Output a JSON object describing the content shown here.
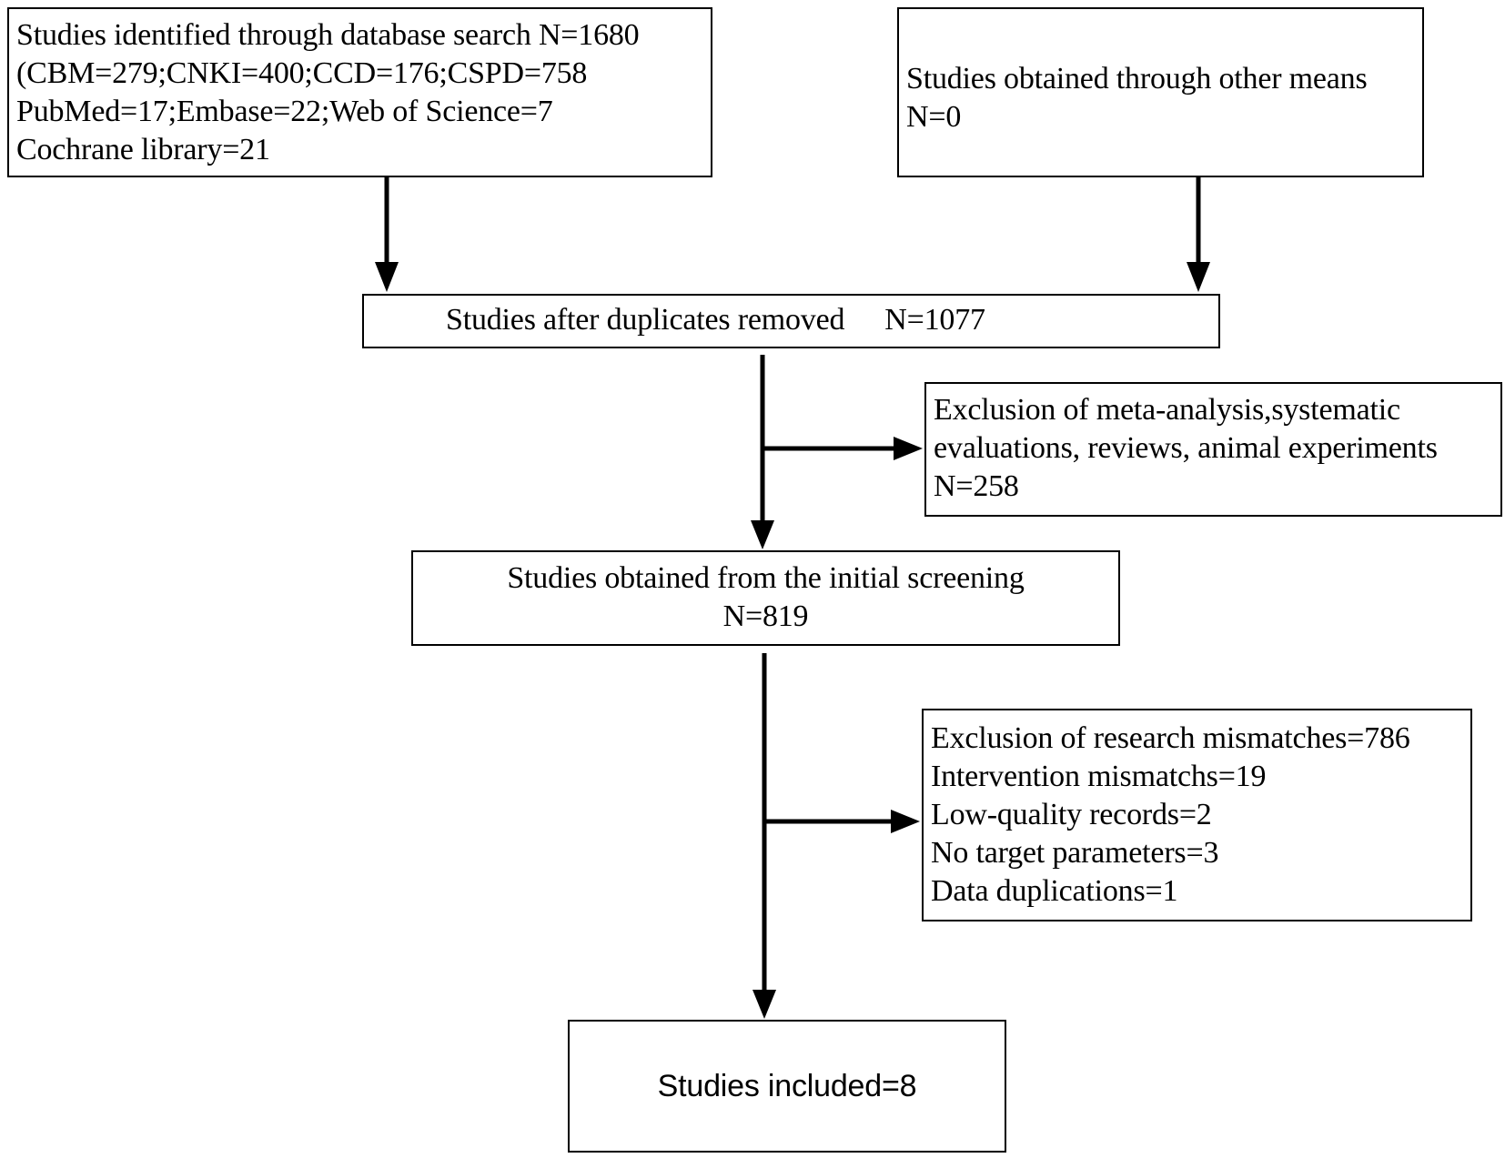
{
  "boxes": {
    "search": {
      "lines": [
        "Studies identified through database search N=1680",
        "(CBM=279;CNKI=400;CCD=176;CSPD=758",
        "PubMed=17;Embase=22;Web of Science=7",
        "Cochrane library=21"
      ]
    },
    "other": {
      "lines": [
        "Studies obtained through other means",
        "N=0"
      ]
    },
    "dedup": {
      "label": "Studies after duplicates removed",
      "count": "N=1077"
    },
    "exclusion_reviews": {
      "lines": [
        "Exclusion of meta-analysis,systematic",
        "evaluations, reviews, animal experiments",
        "N=258"
      ]
    },
    "screening": {
      "lines": [
        "Studies obtained from the initial screening",
        "N=819"
      ]
    },
    "exclusion_mismatch": {
      "lines": [
        "Exclusion of research mismatches=786",
        "Intervention mismatchs=19",
        "Low-quality records=2",
        "No target parameters=3",
        "Data duplications=1"
      ]
    },
    "included": {
      "label": "Studies included=8"
    }
  }
}
